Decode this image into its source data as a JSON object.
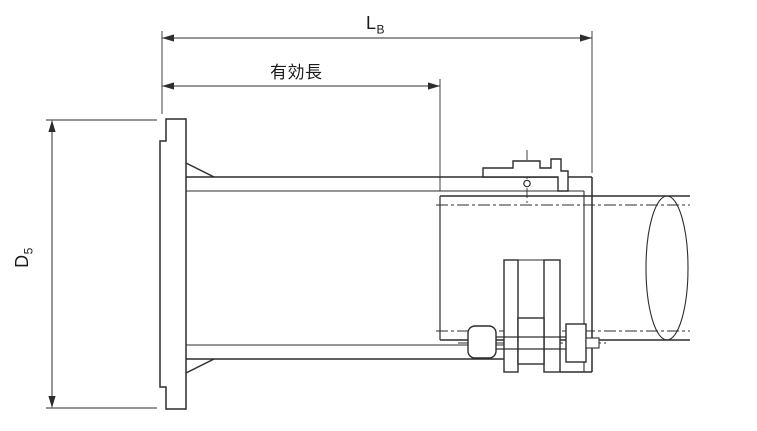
{
  "drawing": {
    "dimension_labels": {
      "overall_length": {
        "base": "L",
        "sub": "B"
      },
      "effective_length": "有効長",
      "flange_diameter": {
        "base": "D",
        "sub": "5"
      }
    },
    "line_color": "#2d2d2d",
    "background_color": "#ffffff"
  }
}
